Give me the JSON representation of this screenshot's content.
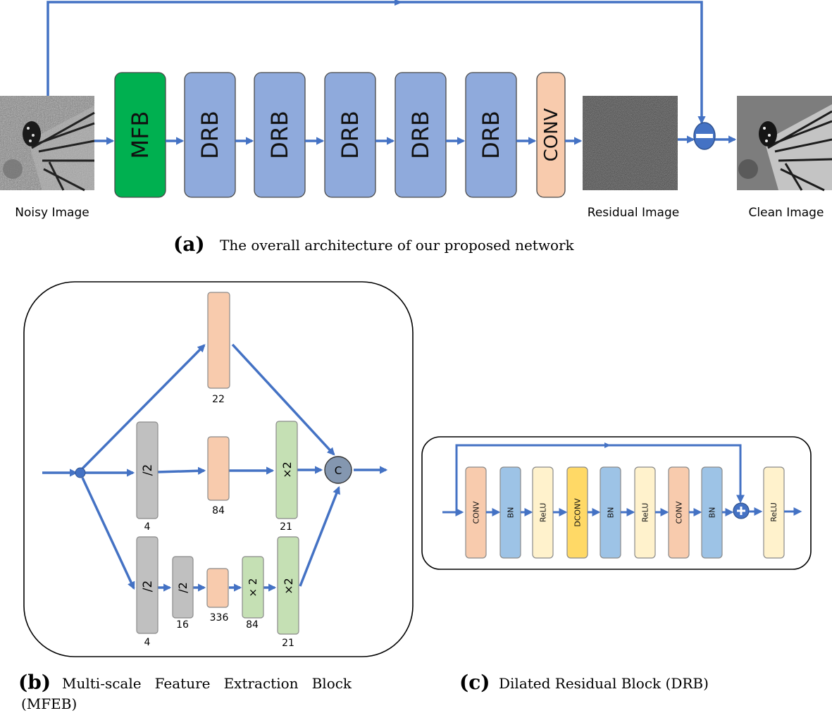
{
  "colors": {
    "arrow": "#4472c4",
    "mfb": "#00b050",
    "drb": "#8faadc",
    "conv": "#f8cbad",
    "gray": "#c0c0c0",
    "green": "#c5e0b4",
    "bn": "#9dc3e6",
    "relu": "#fff2cc",
    "dconv": "#ffd966",
    "concat": "#8497b0"
  },
  "panel_a": {
    "noisy_label": "Noisy Image",
    "residual_label": "Residual Image",
    "clean_label": "Clean Image",
    "blocks": [
      "MFB",
      "DRB",
      "DRB",
      "DRB",
      "DRB",
      "DRB",
      "CONV"
    ],
    "subtract_icon": "minus-icon",
    "caption_letter": "(a)",
    "caption_text": "The overall architecture of our proposed network"
  },
  "panel_b": {
    "top_count": "22",
    "mid_down": "/2",
    "mid_down_count": "4",
    "mid_conv_count": "84",
    "mid_up": "×2",
    "mid_up_count": "21",
    "bot_down1": "/2",
    "bot_down1_count": "4",
    "bot_down2": "/2",
    "bot_down2_count": "16",
    "bot_conv_count": "336",
    "bot_up1": "× 2",
    "bot_up1_count": "84",
    "bot_up2": "×2",
    "bot_up2_count": "21",
    "concat_label": "C",
    "caption_letter": "(b)",
    "caption_line1": "Multi-scale   Feature   Extraction   Block",
    "caption_line2": "(MFEB)"
  },
  "panel_c": {
    "blocks": [
      "CONV",
      "BN",
      "ReLU",
      "DCONV",
      "BN",
      "ReLU",
      "CONV",
      "BN"
    ],
    "after_add": "ReLU",
    "add_icon": "plus-icon",
    "caption_letter": "(c)",
    "caption_text": "Dilated Residual Block (DRB)"
  }
}
